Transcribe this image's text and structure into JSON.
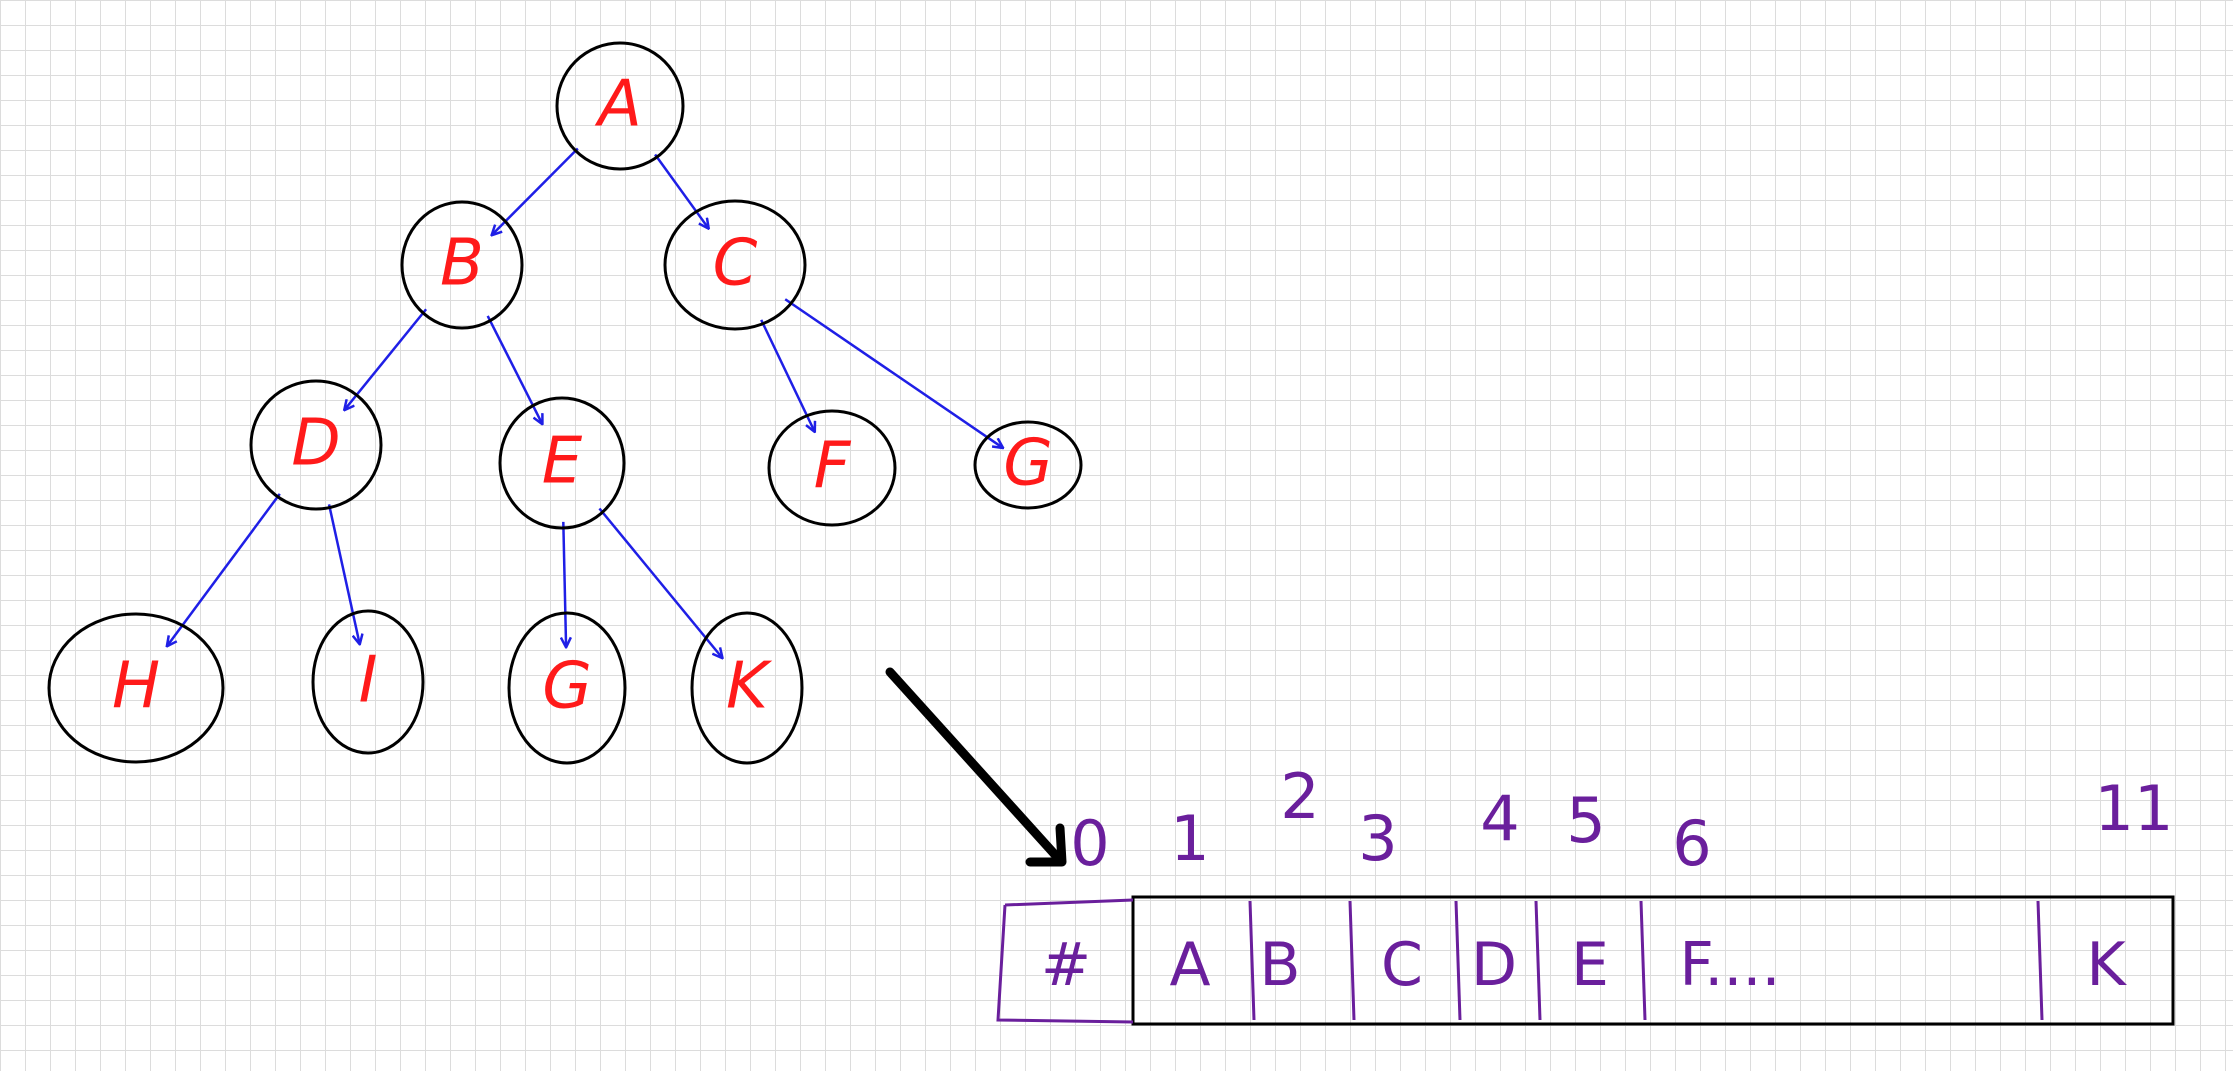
{
  "diagram": {
    "colors": {
      "node_stroke": "#000000",
      "node_text": "#ff1a1a",
      "edge": "#1f1fe6",
      "array_text": "#6a1f9c",
      "array_stroke": "#000000",
      "big_arrow": "#000000"
    },
    "nodes": [
      {
        "id": "A",
        "label": "A"
      },
      {
        "id": "B",
        "label": "B"
      },
      {
        "id": "C",
        "label": "C"
      },
      {
        "id": "D",
        "label": "D"
      },
      {
        "id": "E",
        "label": "E"
      },
      {
        "id": "F",
        "label": "F"
      },
      {
        "id": "G1",
        "label": "G"
      },
      {
        "id": "H",
        "label": "H"
      },
      {
        "id": "I",
        "label": "I"
      },
      {
        "id": "J",
        "label": "G"
      },
      {
        "id": "K",
        "label": "K"
      }
    ],
    "edges": [
      {
        "from": "A",
        "to": "B"
      },
      {
        "from": "A",
        "to": "C"
      },
      {
        "from": "B",
        "to": "D"
      },
      {
        "from": "B",
        "to": "E"
      },
      {
        "from": "C",
        "to": "F"
      },
      {
        "from": "C",
        "to": "G1"
      },
      {
        "from": "D",
        "to": "H"
      },
      {
        "from": "D",
        "to": "I"
      },
      {
        "from": "E",
        "to": "J"
      },
      {
        "from": "E",
        "to": "K"
      }
    ],
    "array": {
      "indices": [
        "0",
        "1",
        "2",
        "3",
        "4",
        "5",
        "6",
        "11"
      ],
      "cells": [
        "#",
        "A",
        "B",
        "C",
        "D",
        "E",
        "F....",
        "K"
      ]
    }
  }
}
